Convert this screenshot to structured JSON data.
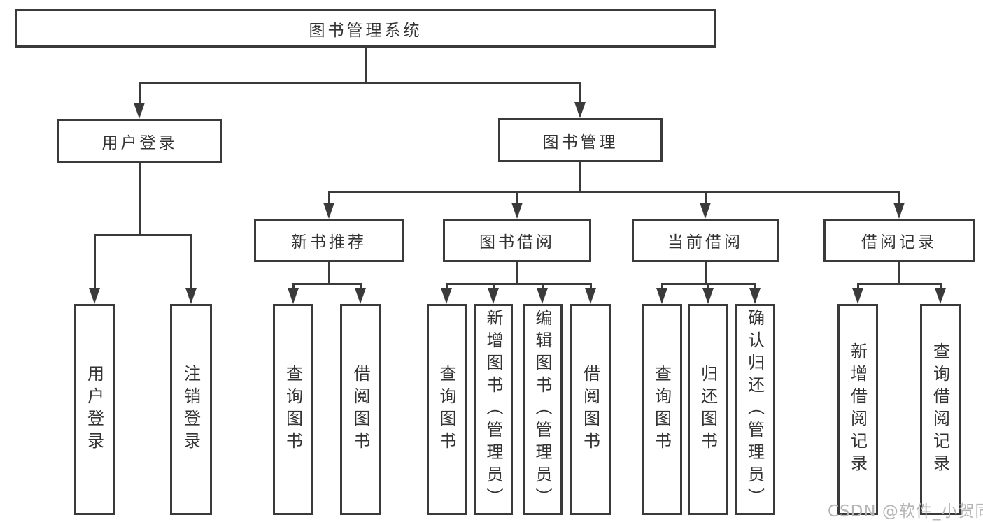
{
  "nodes": {
    "root": {
      "label": "图书管理系统"
    },
    "login_group": {
      "label": "用户登录"
    },
    "mgmt_group": {
      "label": "图书管理"
    },
    "new_books": {
      "label": "新书推荐"
    },
    "book_borrow": {
      "label": "图书借阅"
    },
    "current_borrow": {
      "label": "当前借阅"
    },
    "borrow_records": {
      "label": "借阅记录"
    },
    "user_login": {
      "label": "用户登录"
    },
    "logout_login": {
      "label": "注销登录"
    },
    "nb_query_books": {
      "label": "查询图书"
    },
    "nb_borrow_books": {
      "label": "借阅图书"
    },
    "bb_query_books": {
      "label": "查询图书"
    },
    "bb_add_books": {
      "label": "新增图书（管理员）"
    },
    "bb_edit_books": {
      "label": "编辑图书（管理员）"
    },
    "bb_borrow_books": {
      "label": "借阅图书"
    },
    "cb_query_books": {
      "label": "查询图书"
    },
    "cb_return_books": {
      "label": "归还图书"
    },
    "cb_confirm_return": {
      "label": "确认归还（管理员）"
    },
    "br_add_record": {
      "label": "新增借阅记录"
    },
    "br_query_record": {
      "label": "查询借阅记录"
    }
  },
  "watermark": "CSDN @软件_小贺同学",
  "colors": {
    "line": "#3a3a3a",
    "text": "#333333",
    "watermark": "#b4b4b4",
    "background": "#ffffff"
  }
}
